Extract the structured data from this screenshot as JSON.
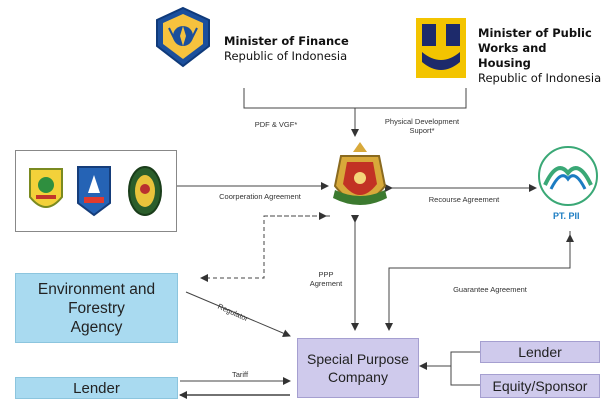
{
  "ministries": {
    "finance": {
      "title": "Minister of Finance",
      "subtitle": "Republic of Indonesia"
    },
    "public_works": {
      "title_line1": "Minister of Public",
      "title_line2": "Works and Housing",
      "subtitle": "Republic of Indonesia"
    }
  },
  "labels": {
    "pdf_vgf": "PDF & VGF*",
    "physical_line1": "Physical Development",
    "physical_line2": "Suport*",
    "cooperation": "Coorperation Agreement",
    "recourse": "Recourse Agreement",
    "ppp_line1": "PPP",
    "ppp_line2": "Agrement",
    "guarantee": "Guarantee Agreement",
    "regulator": "Regulator",
    "tariff": "Tariff"
  },
  "boxes": {
    "environment_line1": "Environment and",
    "environment_line2": "Forestry",
    "environment_line3": "Agency",
    "lender_left": "Lender",
    "spc_line1": "Special Purpose",
    "spc_line2": "Company",
    "lender_right": "Lender",
    "equity": "Equity/Sponsor"
  },
  "pii": {
    "name": "PT. PII"
  },
  "icons": {
    "finance_logo": "ministry-of-finance-emblem-icon",
    "public_works_logo": "public-works-logo-icon",
    "regional_logos": [
      "regency-emblem-1-icon",
      "regency-emblem-2-icon",
      "regency-emblem-3-icon"
    ],
    "center_emblem": "yogyakarta-emblem-icon",
    "pii_logo": "pt-pii-logo-icon"
  },
  "colors": {
    "blue_box": "#a9daf0",
    "purple_box": "#cfcaec",
    "arrow": "#333333",
    "pii_green": "#3aa876",
    "pii_blue": "#1b7cc2",
    "public_works_yellow": "#f3c400",
    "public_works_navy": "#1d2a6b"
  }
}
